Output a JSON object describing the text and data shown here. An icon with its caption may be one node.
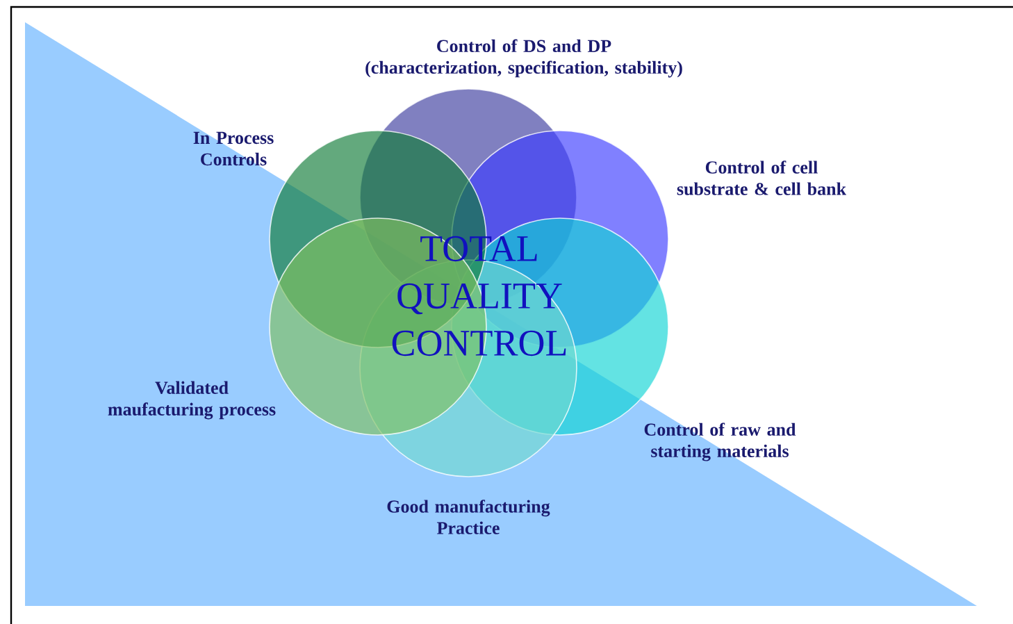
{
  "diagram": {
    "nodes": [
      {
        "text": [],
        "shape": "circle",
        "beside": [
          "Control of DS and DP (characterization, specification, stability)"
        ]
      },
      {
        "text": [],
        "shape": "circle",
        "beside": [
          "Control of cell substrate & cell bank"
        ]
      },
      {
        "text": [],
        "shape": "circle",
        "beside": [
          "Control of raw and starting materials"
        ]
      },
      {
        "text": [],
        "shape": "circle",
        "beside": [
          "Good manufacturing Practice"
        ]
      },
      {
        "text": [],
        "shape": "circle",
        "beside": [
          "Validated maufacturing process"
        ]
      },
      {
        "text": [],
        "shape": "circle",
        "beside": [
          "In Process Controls"
        ]
      }
    ],
    "labels": [
      "TOTAL QUALITY CONTROL"
    ]
  }
}
